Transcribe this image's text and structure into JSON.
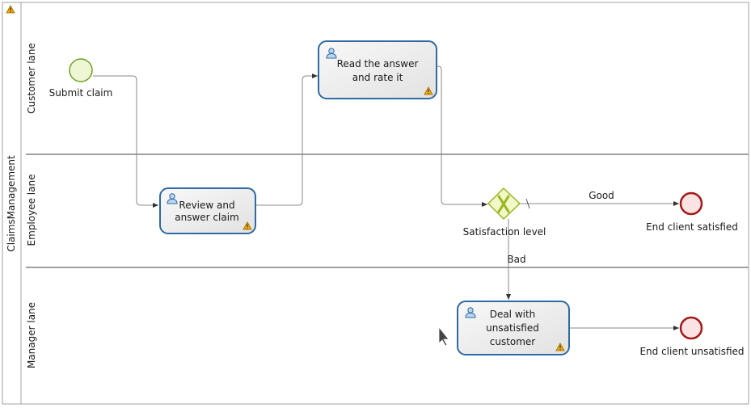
{
  "pool": {
    "label": "ClaimsManagement"
  },
  "lanes": [
    {
      "id": "customer",
      "label": "Customer lane"
    },
    {
      "id": "employee",
      "label": "Employee lane"
    },
    {
      "id": "manager",
      "label": "Manager lane"
    }
  ],
  "events": {
    "start": {
      "label": "Submit claim"
    },
    "end_satisfied": {
      "label": "End client satisfied"
    },
    "end_unsatisfied": {
      "label": "End client unsatisfied"
    }
  },
  "tasks": {
    "read_answer": {
      "line1": "Read the answer",
      "line2": "and rate it"
    },
    "review": {
      "line1": "Review and",
      "line2": "answer claim"
    },
    "deal": {
      "line1": "Deal with",
      "line2": "unsatisfied",
      "line3": "customer"
    }
  },
  "gateway": {
    "label": "Satisfaction level"
  },
  "flows": {
    "good": "Good",
    "bad": "Bad"
  },
  "colors": {
    "task_border": "#2e6aa3",
    "task_fill": "#ececec",
    "start_stroke": "#6fa01e",
    "start_fill": "#eef6d6",
    "end_stroke": "#a41a1a",
    "end_fill": "#fbe3e3",
    "gateway_stroke": "#9bb620",
    "gateway_fill": "#f2f8c8",
    "lane_line": "#a0a0a0",
    "flow_line": "#8a8a8a",
    "warning": "#f2a900"
  }
}
